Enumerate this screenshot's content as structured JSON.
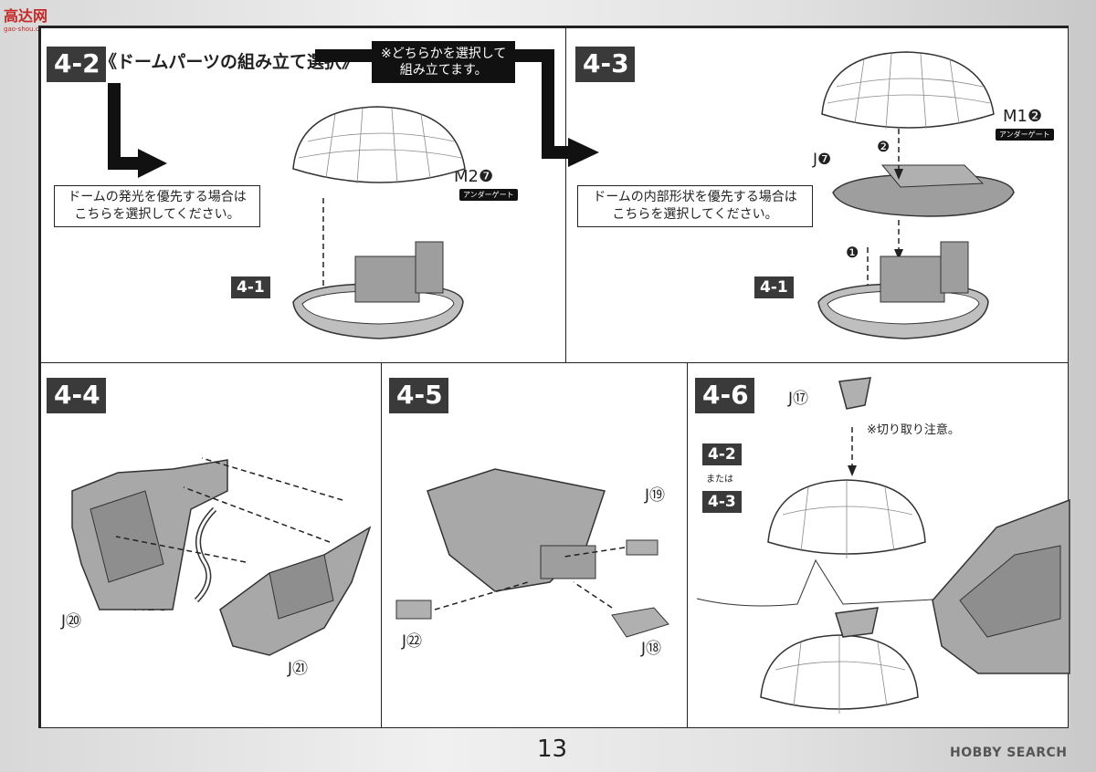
{
  "watermark": {
    "logo_text": "高达网",
    "logo_sub": "gao-shou.com"
  },
  "panels": {
    "p42": {
      "step": "4-2",
      "title": "《ドームパーツの組み立て選択》",
      "callout_line1": "※どちらかを選択して",
      "callout_line2": "組み立てます。",
      "note_line1": "ドームの発光を優先する場合は",
      "note_line2": "こちらを選択してください。",
      "ref_step": "4-1",
      "part_label": "M2❼",
      "gate_tag": "アンダーゲート"
    },
    "p43": {
      "step": "4-3",
      "note_line1": "ドームの内部形状を優先する場合は",
      "note_line2": "こちらを選択してください。",
      "ref_step": "4-1",
      "part_m1": "M1❷",
      "gate_tag": "アンダーゲート",
      "part_j": "J❼",
      "order1": "❶",
      "order2": "❷"
    },
    "p44": {
      "step": "4-4",
      "label_j20": "J⑳",
      "label_m1": "M1❻",
      "label_j21": "J㉑"
    },
    "p45": {
      "step": "4-5",
      "label_j19": "J⑲",
      "label_j22": "J㉒",
      "label_j18": "J⑱"
    },
    "p46": {
      "step": "4-6",
      "label_j17": "J⑰",
      "cut_note": "※切り取り注意。",
      "ref_a": "4-2",
      "or_text": "または",
      "ref_b": "4-3"
    }
  },
  "footer": {
    "page_number": "13",
    "brand": "HOBBY SEARCH"
  }
}
